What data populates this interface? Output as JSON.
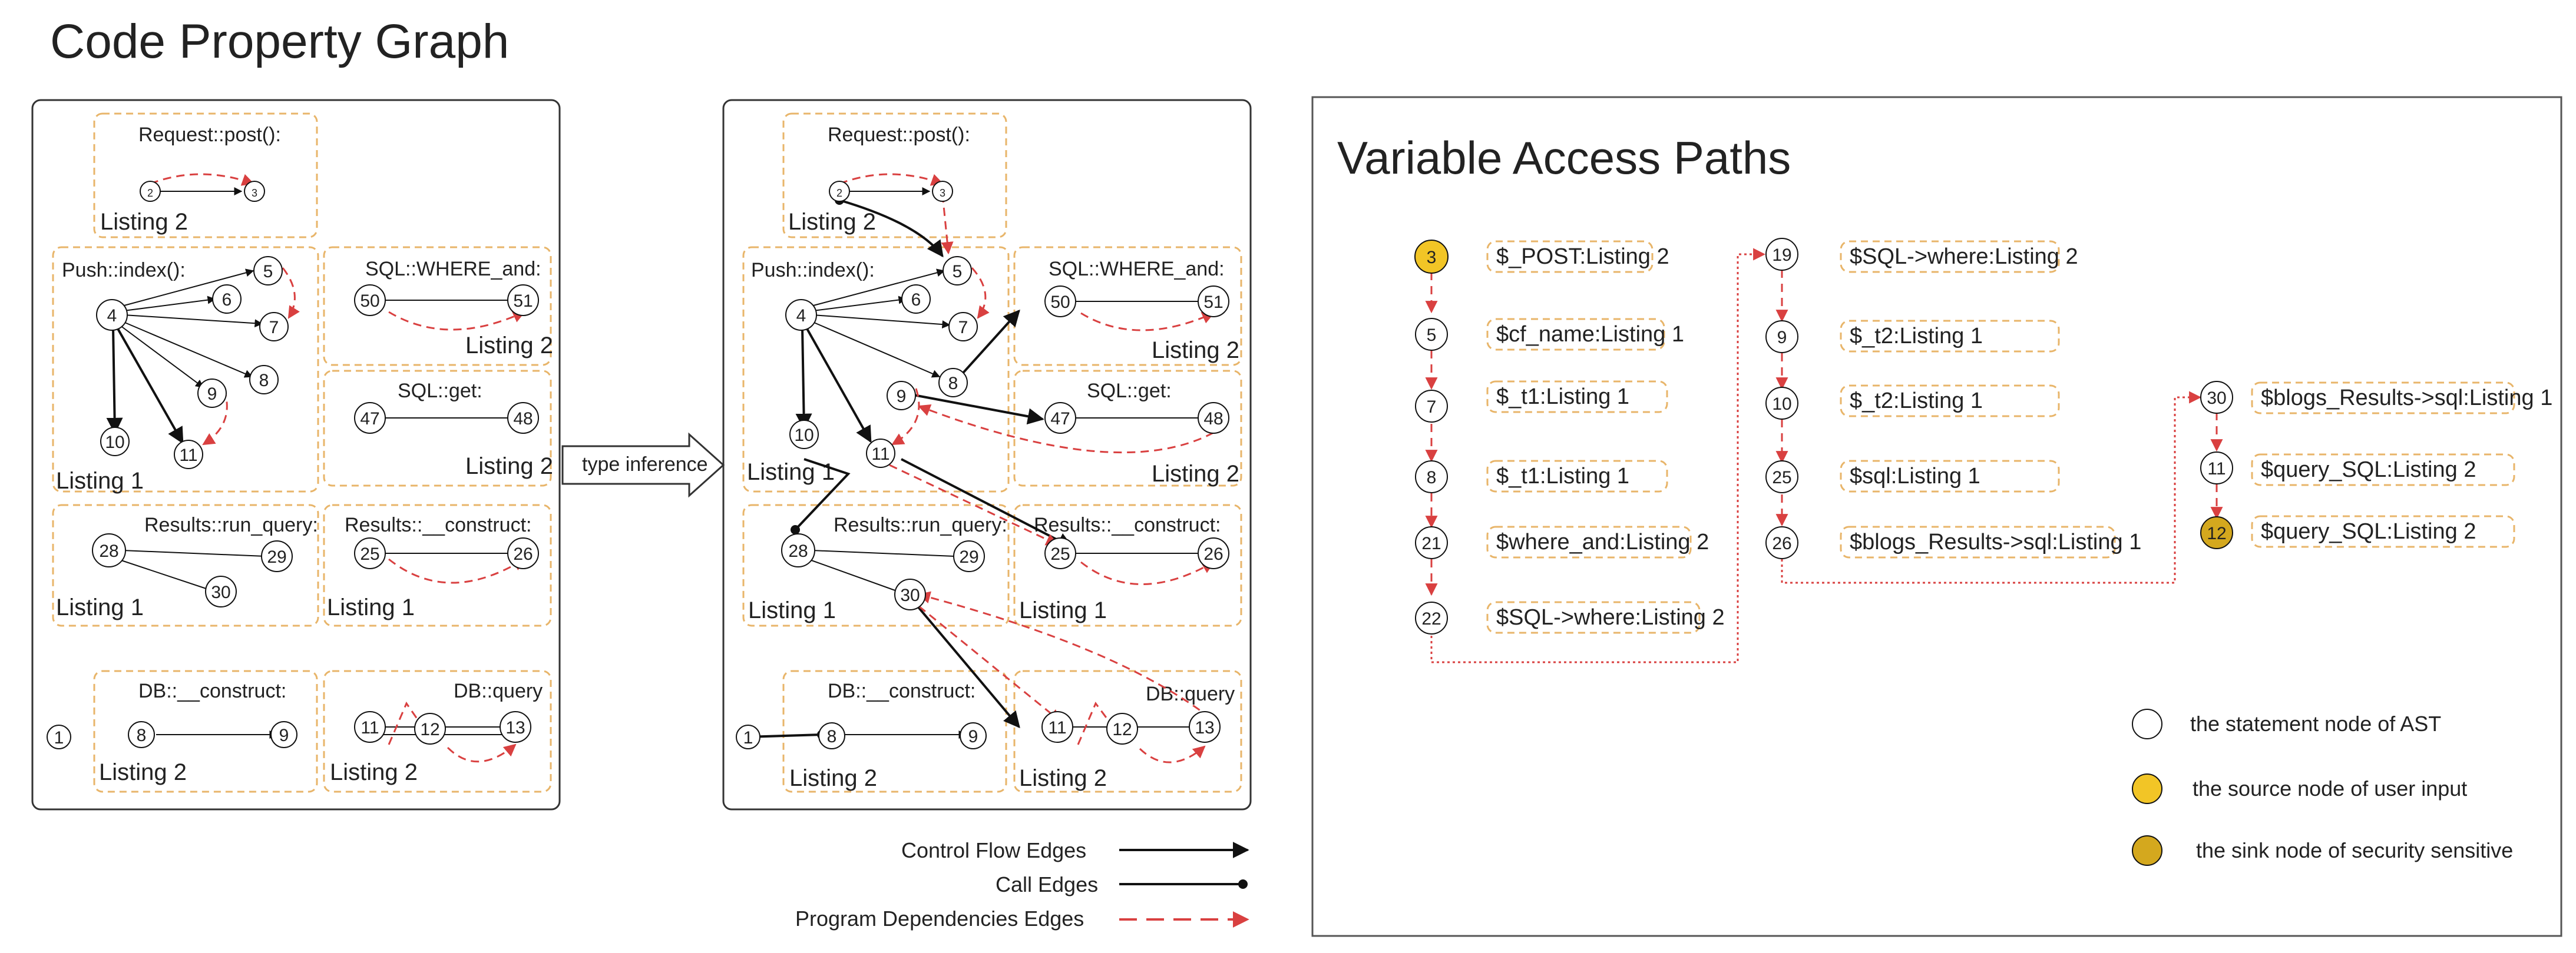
{
  "title": "Code Property Graph",
  "type_inference_label": "type inference",
  "variable_access_paths": {
    "title": "Variable Access Paths",
    "columns": [
      [
        {
          "id": "3",
          "kind": "source",
          "label": "$_POST:Listing 2"
        },
        {
          "id": "5",
          "kind": "statement",
          "label": "$cf_name:Listing 1"
        },
        {
          "id": "7",
          "kind": "statement",
          "label": "$_t1:Listing 1"
        },
        {
          "id": "8",
          "kind": "statement",
          "label": "$_t1:Listing 1"
        },
        {
          "id": "21",
          "kind": "statement",
          "label": "$where_and:Listing 2"
        },
        {
          "id": "22",
          "kind": "statement",
          "label": "$SQL->where:Listing 2"
        }
      ],
      [
        {
          "id": "19",
          "kind": "statement",
          "label": "$SQL->where:Listing 2"
        },
        {
          "id": "9",
          "kind": "statement",
          "label": "$_t2:Listing 1"
        },
        {
          "id": "10",
          "kind": "statement",
          "label": "$_t2:Listing 1"
        },
        {
          "id": "25",
          "kind": "statement",
          "label": "$sql:Listing 1"
        },
        {
          "id": "26",
          "kind": "statement",
          "label": "$blogs_Results->sql:Listing 1"
        }
      ],
      [
        {
          "id": "30",
          "kind": "statement",
          "label": "$blogs_Results->sql:Listing 1"
        },
        {
          "id": "11",
          "kind": "statement",
          "label": "$query_SQL:Listing 2"
        },
        {
          "id": "12",
          "kind": "sink",
          "label": "$query_SQL:Listing 2"
        }
      ]
    ],
    "legend": [
      {
        "kind": "statement",
        "label": "the statement node of AST"
      },
      {
        "kind": "source",
        "label": "the source node of user input"
      },
      {
        "kind": "sink",
        "label": "the sink node of security sensitive"
      }
    ]
  },
  "edge_legend": [
    {
      "kind": "control",
      "label": "Control Flow Edges"
    },
    {
      "kind": "call",
      "label": "Call Edges"
    },
    {
      "kind": "dependency",
      "label": "Program Dependencies Edges"
    }
  ],
  "cpg_panel": {
    "clusters": [
      {
        "key": "post",
        "name": "Request::post():",
        "listing": "Listing 2"
      },
      {
        "key": "push",
        "name": "Push::index():",
        "listing": "Listing 1"
      },
      {
        "key": "where",
        "name": "SQL::WHERE_and:",
        "listing": "Listing 2"
      },
      {
        "key": "get",
        "name": "SQL::get:",
        "listing": "Listing 2"
      },
      {
        "key": "run",
        "name": "Results::run_query:",
        "listing": "Listing 1"
      },
      {
        "key": "construct",
        "name": "Results::__construct:",
        "listing": "Listing 1"
      },
      {
        "key": "db",
        "name": "DB::__construct:",
        "listing": "Listing 2"
      },
      {
        "key": "query",
        "name": "DB::query",
        "listing": "Listing 2"
      }
    ],
    "nodes": [
      "2",
      "3",
      "4",
      "5",
      "6",
      "7",
      "8",
      "9",
      "10",
      "11",
      "50",
      "51",
      "47",
      "48",
      "28",
      "29",
      "30",
      "25",
      "26",
      "1",
      "8",
      "9",
      "11",
      "12",
      "13"
    ]
  },
  "colors": {
    "source": "#f2c526",
    "sink": "#d4a81e",
    "dependency": "#d94040",
    "cluster_border": "#e8b56a"
  }
}
